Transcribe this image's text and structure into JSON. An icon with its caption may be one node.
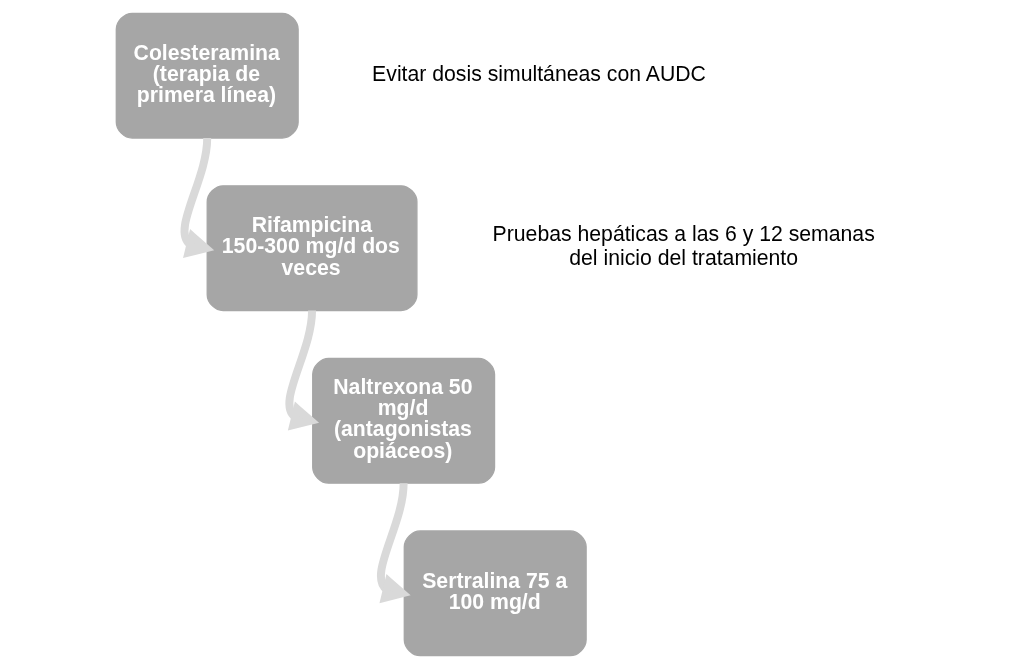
{
  "diagram": {
    "nodes": [
      {
        "text": [
          "Colesteramina (terapia de primera línea)"
        ],
        "beside": [
          "Evitar dosis simultáneas con AUDC"
        ]
      },
      {
        "text": [
          "Rifampicina 150-300 mg/d dos veces"
        ],
        "beside": [
          "Pruebas hepáticas a las 6 y 12 semanas del inicio del tratamiento"
        ]
      },
      {
        "text": [
          "Naltrexona 50 mg/d (antagonistas opiáceos)"
        ]
      },
      {
        "text": [
          "Sertralina 75 a 100 mg/d"
        ]
      }
    ],
    "edges": [
      {
        "from": 0,
        "to": 1,
        "arrow": "to"
      },
      {
        "from": 1,
        "to": 2,
        "arrow": "to"
      },
      {
        "from": 2,
        "to": 3,
        "arrow": "to"
      }
    ]
  }
}
